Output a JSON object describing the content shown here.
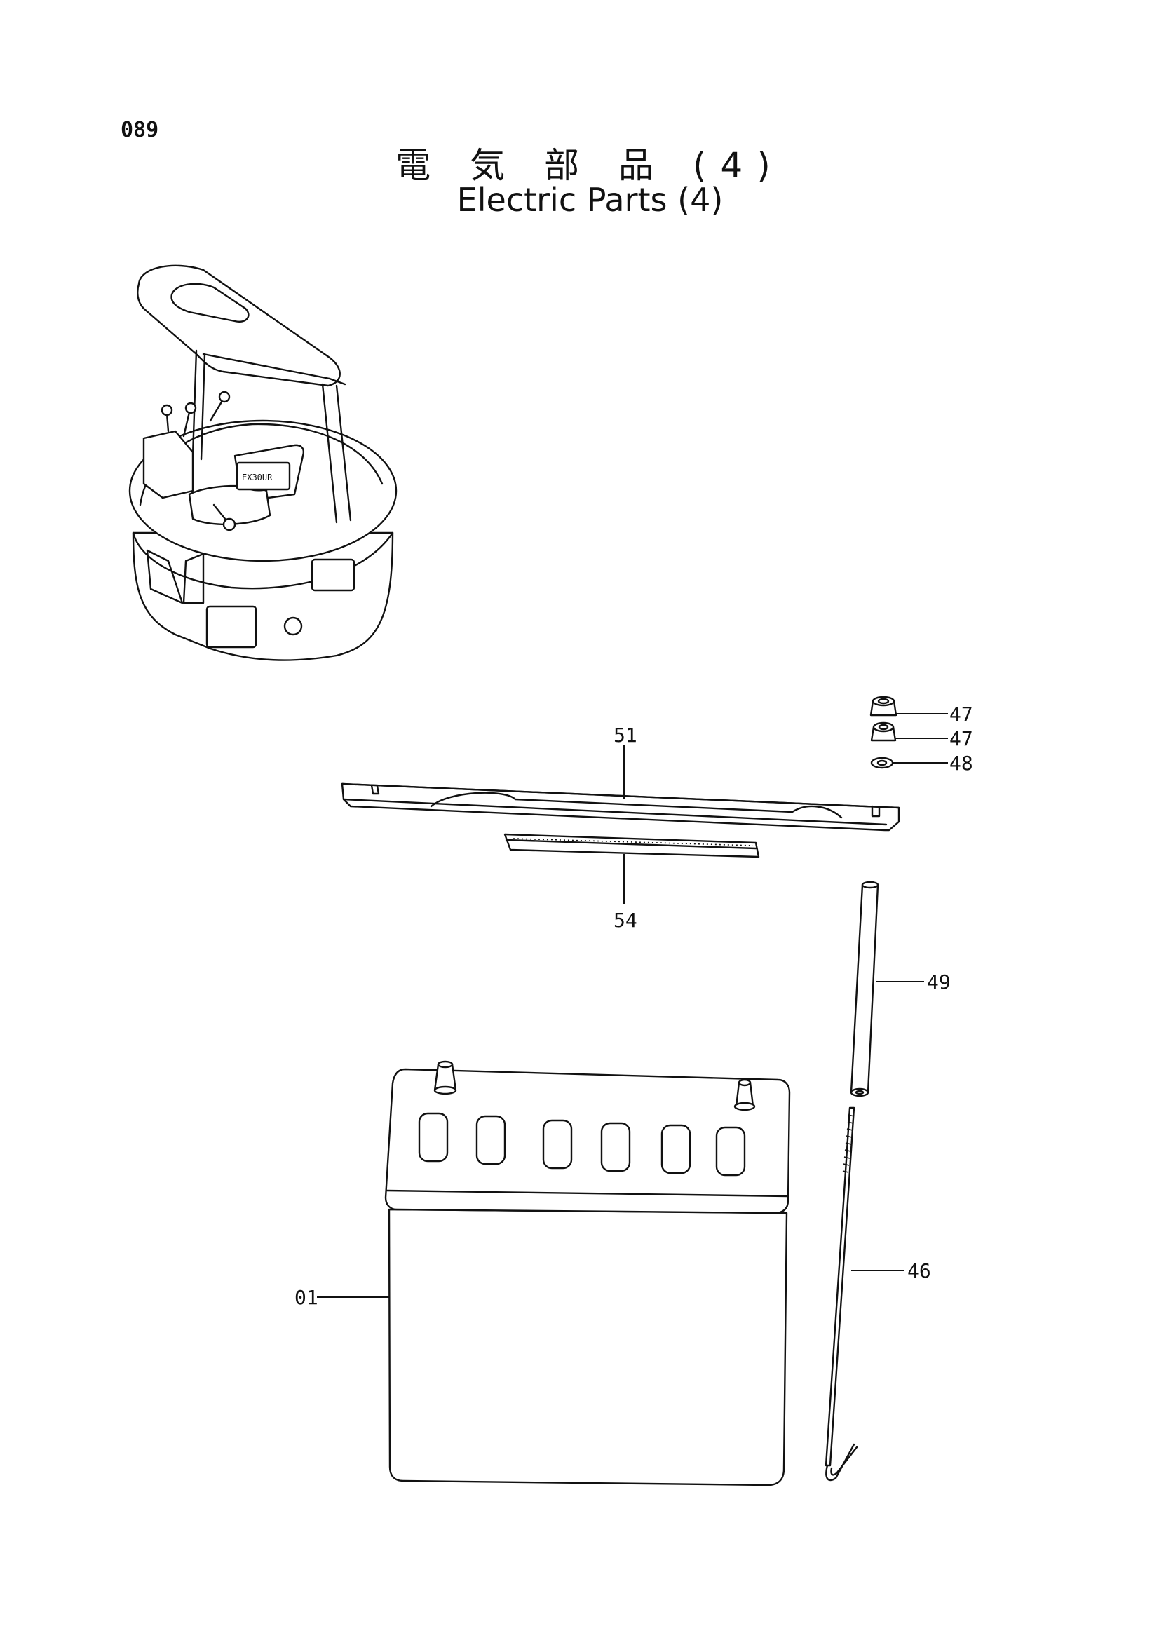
{
  "page": {
    "number": "089",
    "title_jp": "電 気 部 品 (4)",
    "title_en": "Electric Parts (4)",
    "overview_label": "EX30UR"
  },
  "callouts": [
    {
      "id": "c47a",
      "label": "47"
    },
    {
      "id": "c47b",
      "label": "47"
    },
    {
      "id": "c48",
      "label": "48"
    },
    {
      "id": "c51",
      "label": "51"
    },
    {
      "id": "c54",
      "label": "54"
    },
    {
      "id": "c49",
      "label": "49"
    },
    {
      "id": "c46",
      "label": "46"
    },
    {
      "id": "c01",
      "label": "01"
    }
  ]
}
